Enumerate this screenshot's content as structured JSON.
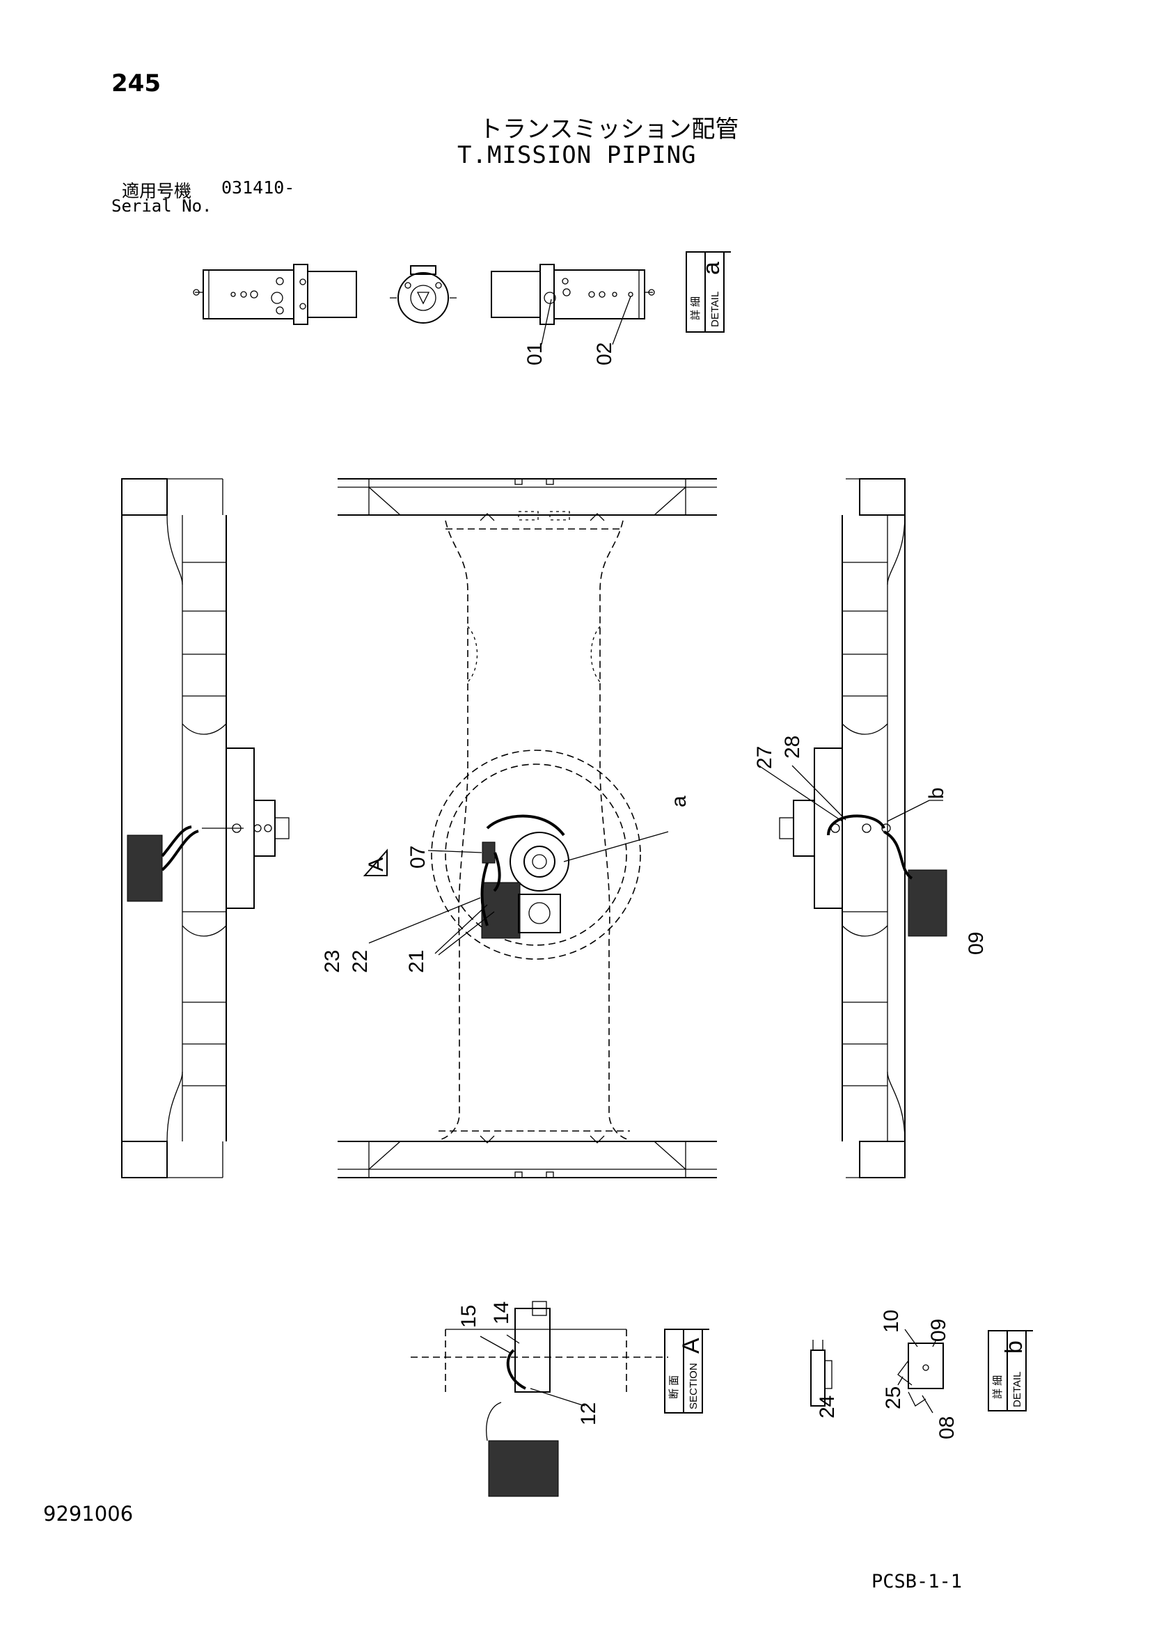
{
  "page": {
    "page_number": "245",
    "title_jp": "トランスミッション配管",
    "title_en": "T.MISSION PIPING",
    "serial_label_jp": "適用号機",
    "serial_label_en": "Serial No.",
    "serial_value": "031410-",
    "doc_number": "9291006",
    "sheet_code": "PCSB-1-1"
  },
  "views": {
    "detail_a": {
      "label_jp": "詳 細",
      "label_en": "DETAIL",
      "letter": "a"
    },
    "detail_b": {
      "label_jp": "詳 細",
      "label_en": "DETAIL",
      "letter": "b"
    },
    "section_a": {
      "label_jp": "断 面",
      "label_en": "SECTION",
      "letter": "A"
    },
    "section_marker": "A",
    "detail_refs": {
      "a": "a",
      "b": "b"
    }
  },
  "part_callouts": [
    "01",
    "02",
    "07",
    "21",
    "22",
    "23",
    "27",
    "28",
    "09",
    "15",
    "14",
    "12",
    "10",
    "09",
    "24",
    "25",
    "08"
  ]
}
